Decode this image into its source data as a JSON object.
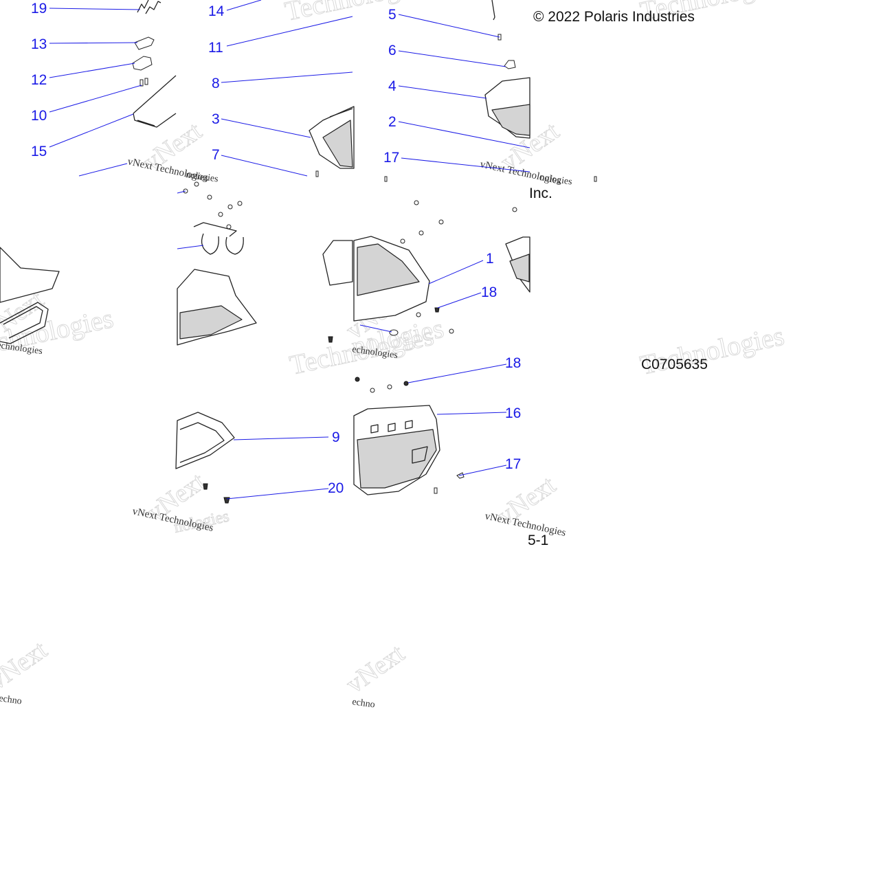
{
  "copyright": "© 2022 Polaris Industries",
  "copyright_fragment": "Inc.",
  "drawing_code": "C0705635",
  "page_fragment": "5-1",
  "watermarks": {
    "brand_small": "vNext Technologies",
    "brand_large": "Technologies",
    "brand_short": "vNext",
    "fragment_a": "nologies",
    "fragment_b": "echnologies",
    "fragment_c": "echno"
  },
  "callouts": [
    "19",
    "13",
    "12",
    "10",
    "15",
    "14",
    "11",
    "8",
    "3",
    "7",
    "5",
    "6",
    "4",
    "2",
    "17",
    "1",
    "18",
    "18",
    "16",
    "17",
    "9",
    "20"
  ],
  "colors": {
    "callout": "#1a1ae6",
    "part_fill": "#d4d4d4",
    "line": "#222222"
  }
}
